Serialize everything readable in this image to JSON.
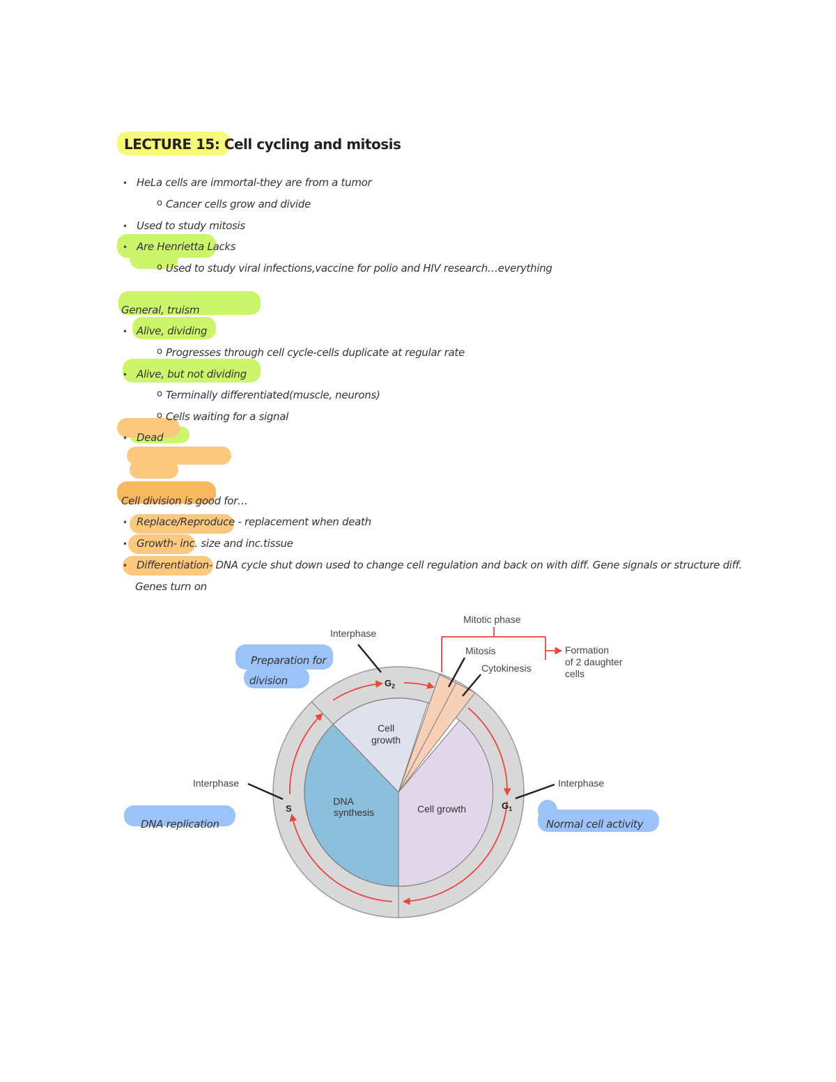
{
  "title": {
    "prefix": "LECTURE 15:",
    "rest": "Cell cycling and mitosis"
  },
  "section1": {
    "bullet1": "HeLa cells are immortal-they are from a tumor",
    "sub1": "Cancer cells grow and divide",
    "bullet2": "Used to study mitosis",
    "bullet3": "Are Henrietta Lacks",
    "sub3": "Used to study viral infections,vaccine for polio and HIV research…everything"
  },
  "section2": {
    "heading": "General, truism",
    "bullet1": "Alive, dividing",
    "sub1": "Progresses through cell cycle-cells duplicate at regular rate",
    "bullet2": "Alive, but not dividing",
    "sub2a": "Terminally differentiated(muscle, neurons)",
    "sub2b": "Cells waiting for a signal",
    "bullet3": "Dead"
  },
  "section3": {
    "heading": "Cell division is good for…",
    "bullet1": "Replace/Reproduce - replacement when death",
    "bullet2": "Growth- inc. size and inc.tissue",
    "bullet3": "Differentiation- DNA cycle shut down used to change cell regulation and back on with diff. Gene signals or structure diff.",
    "bullet3_cont": "Genes turn on"
  },
  "diagram": {
    "mitotic_phase": "Mitotic phase",
    "interphase_top": "Interphase",
    "interphase_left": "Interphase",
    "interphase_right": "Interphase",
    "mitosis": "Mitosis",
    "cytokinesis": "Cytokinesis",
    "formation_1": "Formation",
    "formation_2": "of 2 daughter",
    "formation_3": "cells",
    "g2_letter": "G",
    "g2_sub": "2",
    "g1_letter": "G",
    "g1_sub": "1",
    "s": "S",
    "cell_growth_top_1": "Cell",
    "cell_growth_top_2": "growth",
    "dna_synthesis_1": "DNA",
    "dna_synthesis_2": "synthesis",
    "cell_growth_right": "Cell growth",
    "note_prep_1": "Preparation for",
    "note_prep_2": "division",
    "note_dna": "DNA replication",
    "note_normal": "Normal cell activity"
  },
  "colors": {
    "highlight_yellow": "#f8f97a",
    "highlight_green": "#cdf56b",
    "highlight_orange": "#fbc87e",
    "highlight_blue": "#9cc3f8",
    "arrow_red": "#e8473b",
    "g2_wedge": "#dfe1ec",
    "s_wedge": "#8bbfdb",
    "g1_wedge": "#e2d6ea",
    "mitosis_wedge": "#f8cfb7"
  }
}
